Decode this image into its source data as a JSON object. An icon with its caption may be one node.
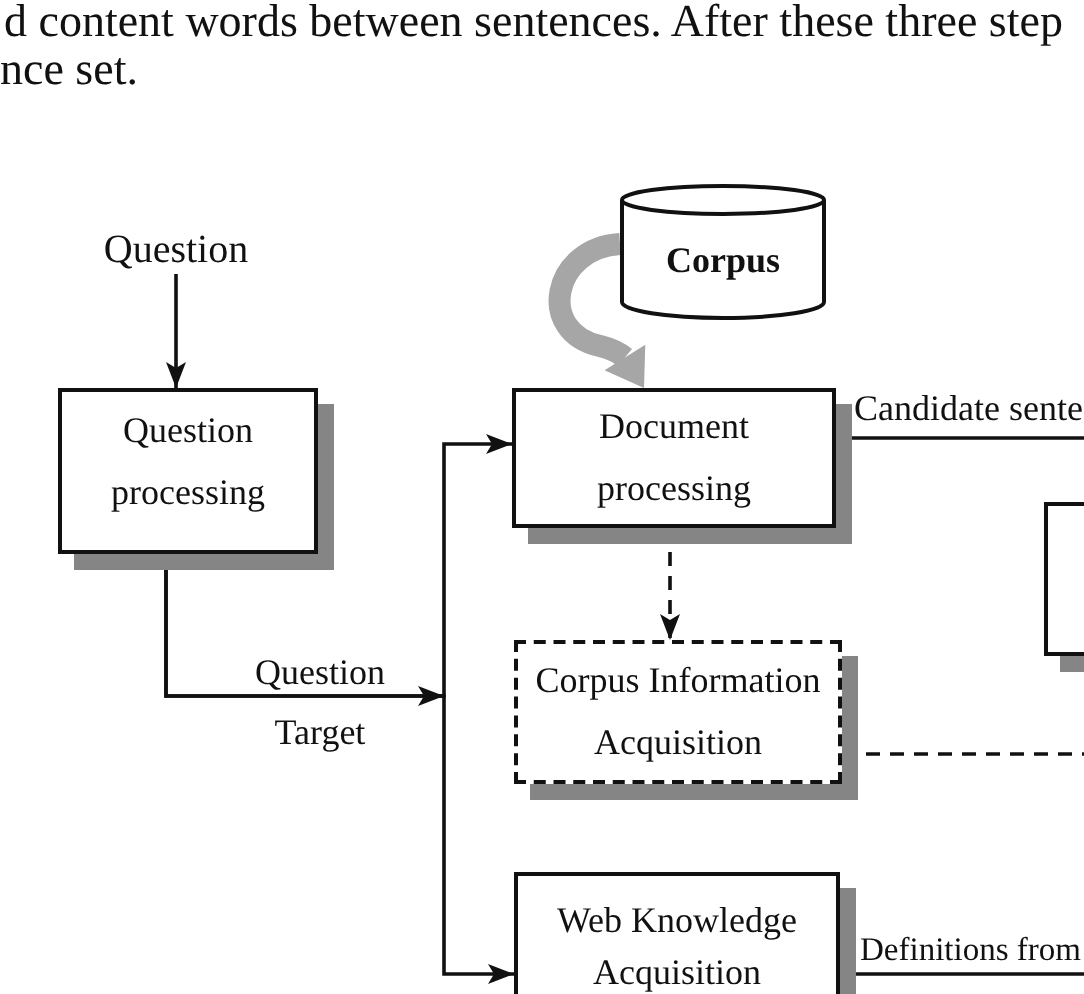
{
  "diagram": {
    "nodes": [
      {
        "text": [
          "Question"
        ]
      },
      {
        "text": [
          "Question processing"
        ]
      },
      {
        "text": [
          "Corpus"
        ]
      },
      {
        "text": [
          "Document processing"
        ]
      },
      {
        "text": [
          "Corpus Information Acquisition"
        ]
      },
      {
        "text": [],
        "shape": "box"
      },
      {
        "text": [
          "Web Knowledge Acquisition"
        ]
      }
    ],
    "edges": [
      {
        "from": 0,
        "to": 1,
        "arrow": "to"
      },
      {
        "from": 1,
        "to": 3,
        "arrow": "to",
        "label": "Question Target"
      },
      {
        "from": 1,
        "to": 6,
        "arrow": "to"
      },
      {
        "from": 2,
        "to": 3,
        "arrow": "to",
        "style": "thick",
        "color": "#a6a6a6"
      },
      {
        "from": 3,
        "to": 4,
        "arrow": "to",
        "style": "dashed"
      },
      {
        "from": 3,
        "to": null,
        "arrow": "none",
        "label": "Candidate sente"
      },
      {
        "from": 4,
        "to": null,
        "arrow": "none",
        "style": "dashed"
      },
      {
        "from": 6,
        "to": null,
        "arrow": "none",
        "label": "Definitions from"
      }
    ],
    "labels": [
      "d content words between sentences. After these three step",
      "nce set."
    ]
  }
}
